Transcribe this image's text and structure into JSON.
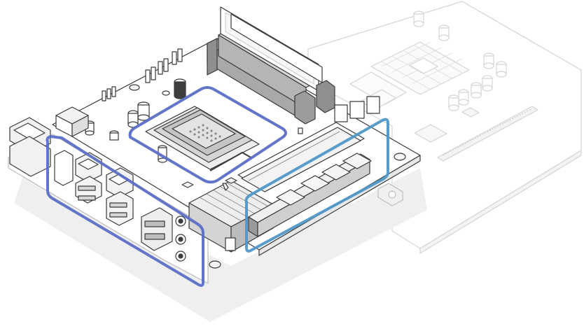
{
  "diagram": {
    "subject": "mini-itx-motherboard-isometric",
    "colors": {
      "background": "#ffffff",
      "board_fill": "#ffffff",
      "board_stroke": "#3a3a3a",
      "ghost_board_stroke": "#cfcfcf",
      "component_fill": "#f2f2f2",
      "component_dark": "#9b9b9b",
      "shadow": "#ececec",
      "highlight_socket": "#5b6ec6",
      "highlight_io": "#5b6ec6",
      "highlight_pcie": "#4f97c9"
    },
    "highlights": [
      {
        "id": "cpu-socket",
        "color": "#5b6ec6"
      },
      {
        "id": "rear-io",
        "color": "#5b6ec6"
      },
      {
        "id": "pcie-slot",
        "color": "#4f97c9"
      }
    ]
  }
}
